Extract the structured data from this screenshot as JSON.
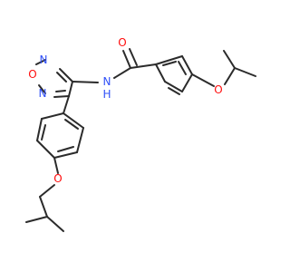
{
  "molecule": {
    "atoms": {
      "ring_n1": "N",
      "ring_o": "O",
      "ring_n2": "N",
      "amide_n": "N",
      "amide_h": "H",
      "carbonyl_o": "O",
      "ether_o_right": "O",
      "ether_o_left": "O"
    },
    "colors": {
      "bond": "#2b2b2b",
      "nitrogen": "#3050F8",
      "oxygen": "#FF0D0D"
    }
  }
}
